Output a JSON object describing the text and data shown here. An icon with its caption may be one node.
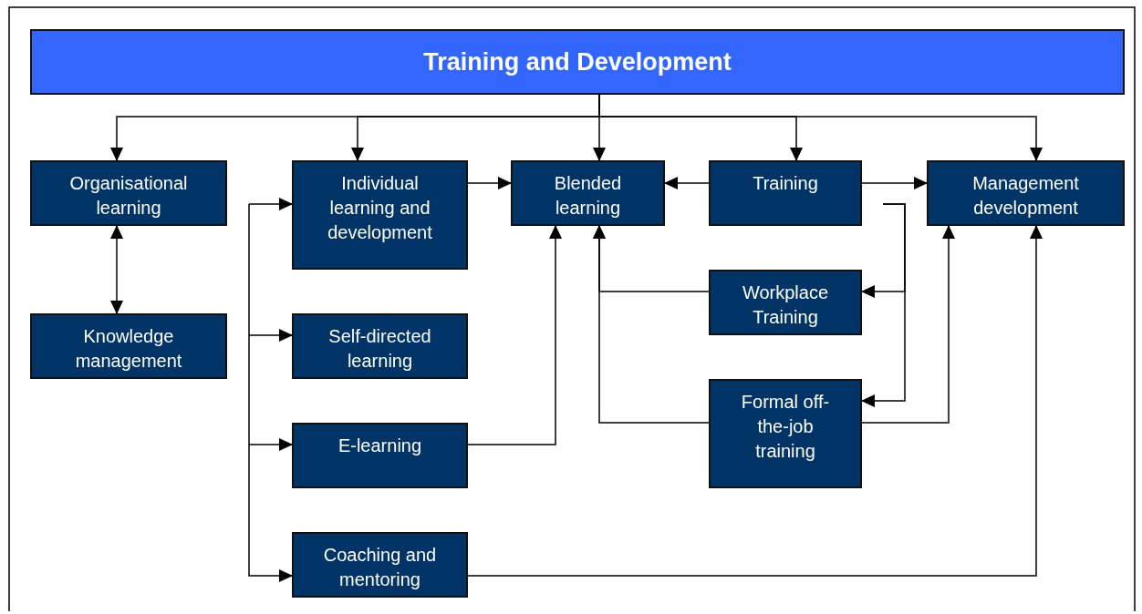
{
  "diagram": {
    "nodes": [
      {
        "text": [
          "Training and Development"
        ]
      },
      {
        "text": [
          "Organisational learning"
        ]
      },
      {
        "text": [
          "Individual learning and development"
        ]
      },
      {
        "text": [
          "Blended learning"
        ]
      },
      {
        "text": [
          "Training"
        ]
      },
      {
        "text": [
          "Management development"
        ]
      },
      {
        "text": [
          "Knowledge management"
        ]
      },
      {
        "text": [
          "Self-directed learning"
        ]
      },
      {
        "text": [
          "Workplace Training"
        ]
      },
      {
        "text": [
          "E-learning"
        ]
      },
      {
        "text": [
          "Formal off-the-job training"
        ]
      },
      {
        "text": [
          "Coaching and mentoring"
        ]
      }
    ],
    "edges": [
      {
        "from": 0,
        "to": 1,
        "arrow": "to"
      },
      {
        "from": 0,
        "to": 2,
        "arrow": "to"
      },
      {
        "from": 0,
        "to": 3,
        "arrow": "to"
      },
      {
        "from": 0,
        "to": 4,
        "arrow": "to"
      },
      {
        "from": 0,
        "to": 5,
        "arrow": "to"
      },
      {
        "from": 1,
        "to": 6,
        "arrow": "both"
      },
      {
        "from": 2,
        "to": 3,
        "arrow": "to"
      },
      {
        "from": 4,
        "to": 3,
        "arrow": "to"
      },
      {
        "from": 4,
        "to": 5,
        "arrow": "to"
      },
      {
        "from": null,
        "to": 2,
        "arrow": "to"
      },
      {
        "from": null,
        "to": 7,
        "arrow": "to"
      },
      {
        "from": null,
        "to": 9,
        "arrow": "to"
      },
      {
        "from": null,
        "to": 11,
        "arrow": "to"
      },
      {
        "from": 9,
        "to": 3,
        "arrow": "to"
      },
      {
        "from": 8,
        "to": 3,
        "arrow": "to"
      },
      {
        "from": 10,
        "to": 3,
        "arrow": "to"
      },
      {
        "from": null,
        "to": 8,
        "arrow": "to"
      },
      {
        "from": null,
        "to": 10,
        "arrow": "to"
      },
      {
        "from": 10,
        "to": 5,
        "arrow": "to"
      },
      {
        "from": 11,
        "to": 5,
        "arrow": "to"
      }
    ]
  }
}
